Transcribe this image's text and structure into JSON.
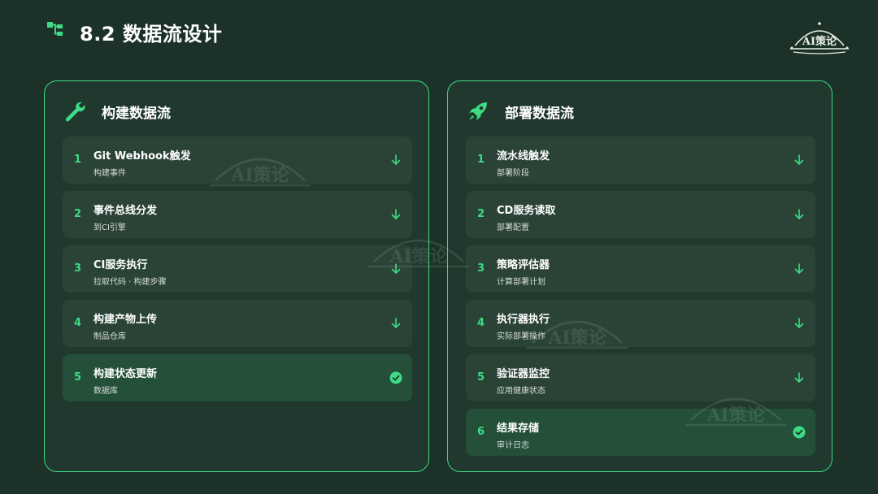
{
  "page": {
    "title": "8.2 数据流设计"
  },
  "logo": {
    "text": "AI策论"
  },
  "colors": {
    "accent": "#3ddc84",
    "background": "#1c3228",
    "card": "#2b4337",
    "card_done": "#24503a"
  },
  "build": {
    "title": "构建数据流",
    "icon": "wrench-icon",
    "steps": [
      {
        "num": "1",
        "title": "Git Webhook触发",
        "sub": "构建事件",
        "status": "arrow"
      },
      {
        "num": "2",
        "title": "事件总线分发",
        "sub": "到CI引擎",
        "status": "arrow"
      },
      {
        "num": "3",
        "title": "CI服务执行",
        "sub": "拉取代码 · 构建步骤",
        "status": "arrow"
      },
      {
        "num": "4",
        "title": "构建产物上传",
        "sub": "制品仓库",
        "status": "arrow"
      },
      {
        "num": "5",
        "title": "构建状态更新",
        "sub": "数据库",
        "status": "check"
      }
    ]
  },
  "deploy": {
    "title": "部署数据流",
    "icon": "rocket-icon",
    "steps": [
      {
        "num": "1",
        "title": "流水线触发",
        "sub": "部署阶段",
        "status": "arrow"
      },
      {
        "num": "2",
        "title": "CD服务读取",
        "sub": "部署配置",
        "status": "arrow"
      },
      {
        "num": "3",
        "title": "策略评估器",
        "sub": "计算部署计划",
        "status": "arrow"
      },
      {
        "num": "4",
        "title": "执行器执行",
        "sub": "实际部署操作",
        "status": "arrow"
      },
      {
        "num": "5",
        "title": "验证器监控",
        "sub": "应用健康状态",
        "status": "arrow"
      },
      {
        "num": "6",
        "title": "结果存储",
        "sub": "审计日志",
        "status": "check"
      }
    ]
  }
}
